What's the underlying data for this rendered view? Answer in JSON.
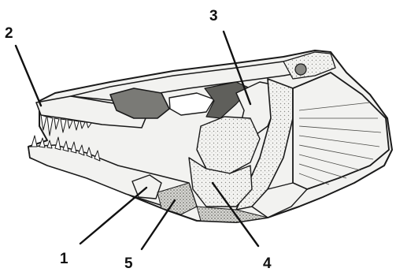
{
  "figure": {
    "callouts": [
      {
        "id": "1",
        "label": "1"
      },
      {
        "id": "2",
        "label": "2"
      },
      {
        "id": "3",
        "label": "3"
      },
      {
        "id": "4",
        "label": "4"
      },
      {
        "id": "5",
        "label": "5"
      }
    ]
  },
  "colors": {
    "ink": "#1a1a1a",
    "bone": "#f2f2f0",
    "stipple": "#cfcfcb",
    "dark_shadow": "#6d6d69",
    "background": "#ffffff"
  }
}
